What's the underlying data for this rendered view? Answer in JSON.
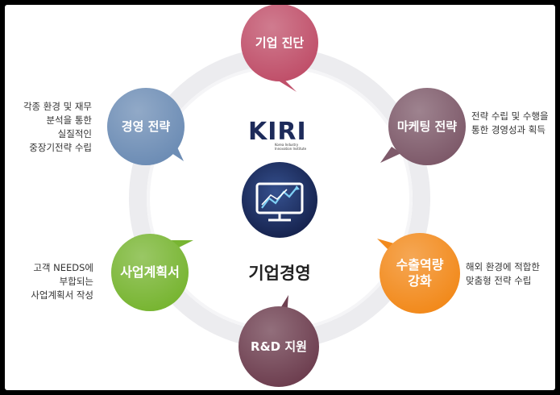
{
  "center": {
    "logo_text": "KIRI",
    "logo_subtitle": "Korea Industry Innovation Institute",
    "label": "기업경영"
  },
  "nodes": [
    {
      "id": "diagnosis",
      "label": "기업 진단",
      "color": "#c0506a"
    },
    {
      "id": "marketing",
      "label": "마케팅 전략",
      "color": "#7e5a6a"
    },
    {
      "id": "export",
      "label": "수출역량\n강화",
      "color": "#f28a1c"
    },
    {
      "id": "rnd",
      "label": "R&D 지원",
      "color": "#6e3f50"
    },
    {
      "id": "bizplan",
      "label": "사업계획서",
      "color": "#78b532"
    },
    {
      "id": "strategy",
      "label": "경영 전략",
      "color": "#6d8db5"
    }
  ],
  "descriptions": {
    "strategy": [
      "각종 환경 및 재무",
      "분석을 통한",
      "실질적인",
      "중장기전략 수립"
    ],
    "marketing": [
      "전략 수립 및 수행을",
      "통한 경영성과 획득"
    ],
    "bizplan": [
      "고객 NEEDS에",
      "부합되는",
      "사업계획서 작성"
    ],
    "export": [
      "해외 환경에 적합한",
      "맞춤형 전략 수립"
    ]
  },
  "colors": {
    "ring": "#e6e6ea",
    "center_circle": "#1d2b5a",
    "logo_green": "#3fa83a",
    "monitor": "#ffffff"
  }
}
